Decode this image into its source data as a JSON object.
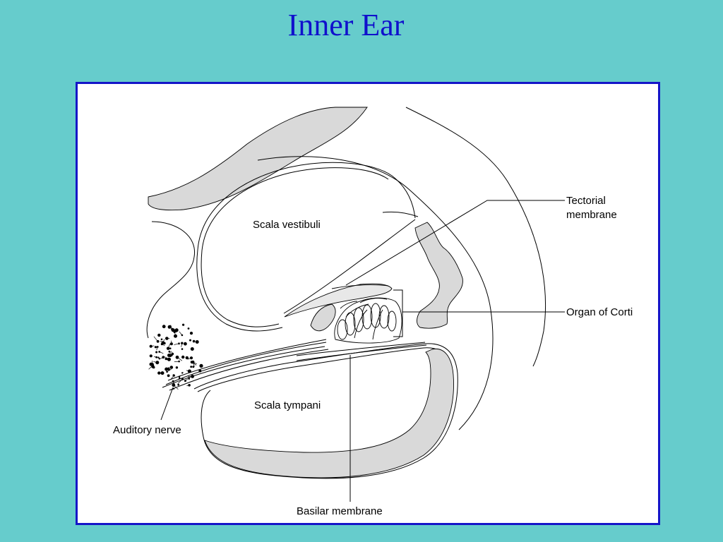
{
  "slide": {
    "title": "Inner Ear"
  },
  "diagram": {
    "labels": {
      "scala_vestibuli": "Scala vestibuli",
      "scala_tympani": "Scala tympani",
      "tectorial_membrane_line1": "Tectorial",
      "tectorial_membrane_line2": "membrane",
      "organ_of_corti": "Organ of Corti",
      "auditory_nerve": "Auditory nerve",
      "basilar_membrane": "Basilar membrane"
    },
    "colors": {
      "background": "#66cccc",
      "title": "#1010cc",
      "frame_border": "#1515c8",
      "bone_fill": "#d9d9d9"
    }
  }
}
